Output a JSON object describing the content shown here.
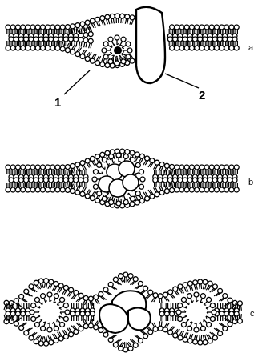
{
  "panels": [
    {
      "id": "a",
      "label": "a"
    },
    {
      "id": "b",
      "label": "b"
    },
    {
      "id": "c",
      "label": "c"
    }
  ],
  "callouts": [
    {
      "id": "1",
      "text": "1"
    },
    {
      "id": "2",
      "text": "2"
    }
  ]
}
